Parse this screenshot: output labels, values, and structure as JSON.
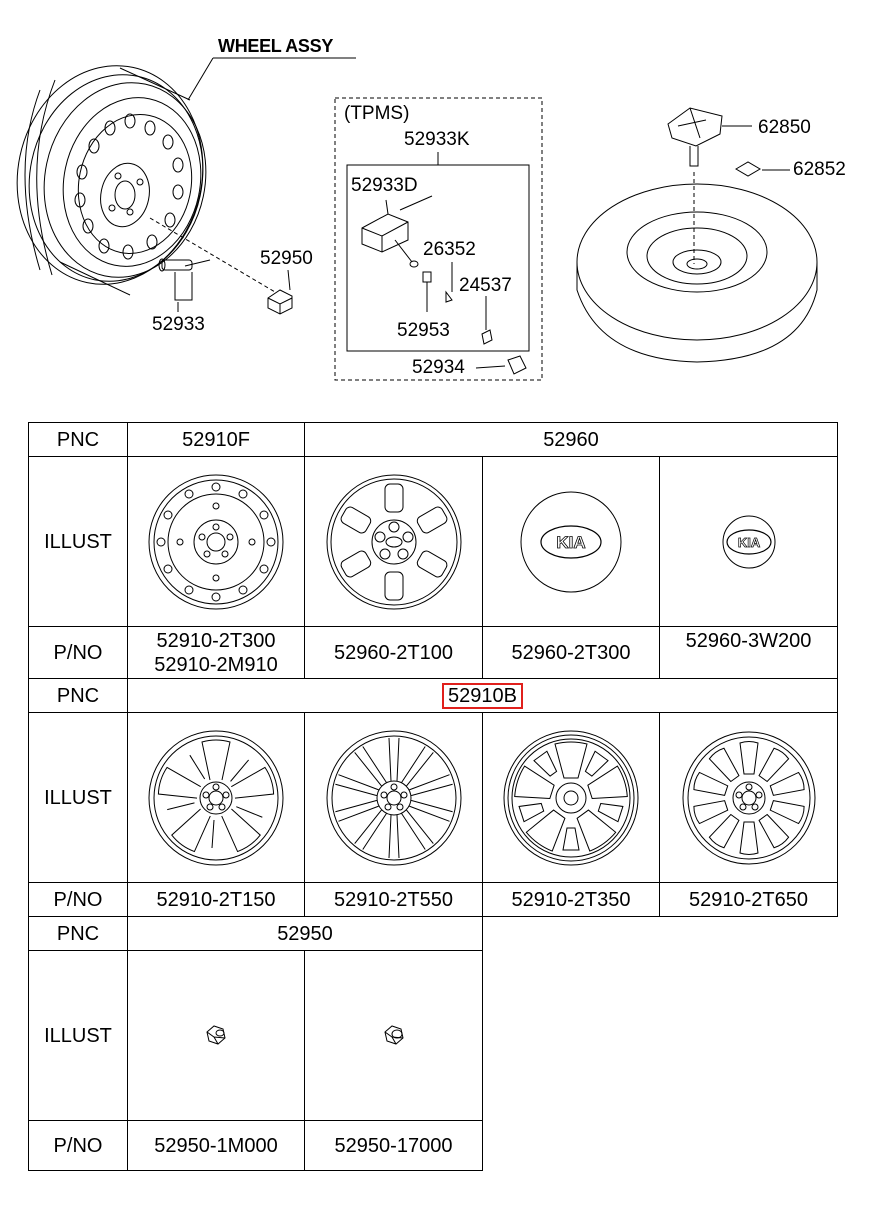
{
  "diagram": {
    "title": "WHEEL ASSY",
    "tpms_label": "(TPMS)",
    "parts": {
      "p52933K": "52933K",
      "p52933D": "52933D",
      "p26352": "26352",
      "p24537": "24537",
      "p52953": "52953",
      "p52934": "52934",
      "p52950": "52950",
      "p52933": "52933",
      "p62850": "62850",
      "p62852": "62852"
    }
  },
  "table1": {
    "pnc_label": "PNC",
    "illust_label": "ILLUST",
    "pno_label": "P/NO",
    "pnc_a": "52910F",
    "pnc_b": "52960",
    "pno": [
      [
        "52910-2T300",
        "52910-2M910"
      ],
      [
        "52960-2T100"
      ],
      [
        "52960-2T300"
      ],
      [
        "52960-3W200"
      ]
    ],
    "logo_text": "KIA"
  },
  "table2": {
    "pnc_label": "PNC",
    "illust_label": "ILLUST",
    "pno_label": "P/NO",
    "pnc": "52910B",
    "highlight_color": "#e0201c",
    "pno": [
      "52910-2T150",
      "52910-2T550",
      "52910-2T350",
      "52910-2T650"
    ]
  },
  "table3": {
    "pnc_label": "PNC",
    "illust_label": "ILLUST",
    "pno_label": "P/NO",
    "pnc": "52950",
    "pno": [
      "52950-1M000",
      "52950-17000"
    ]
  }
}
